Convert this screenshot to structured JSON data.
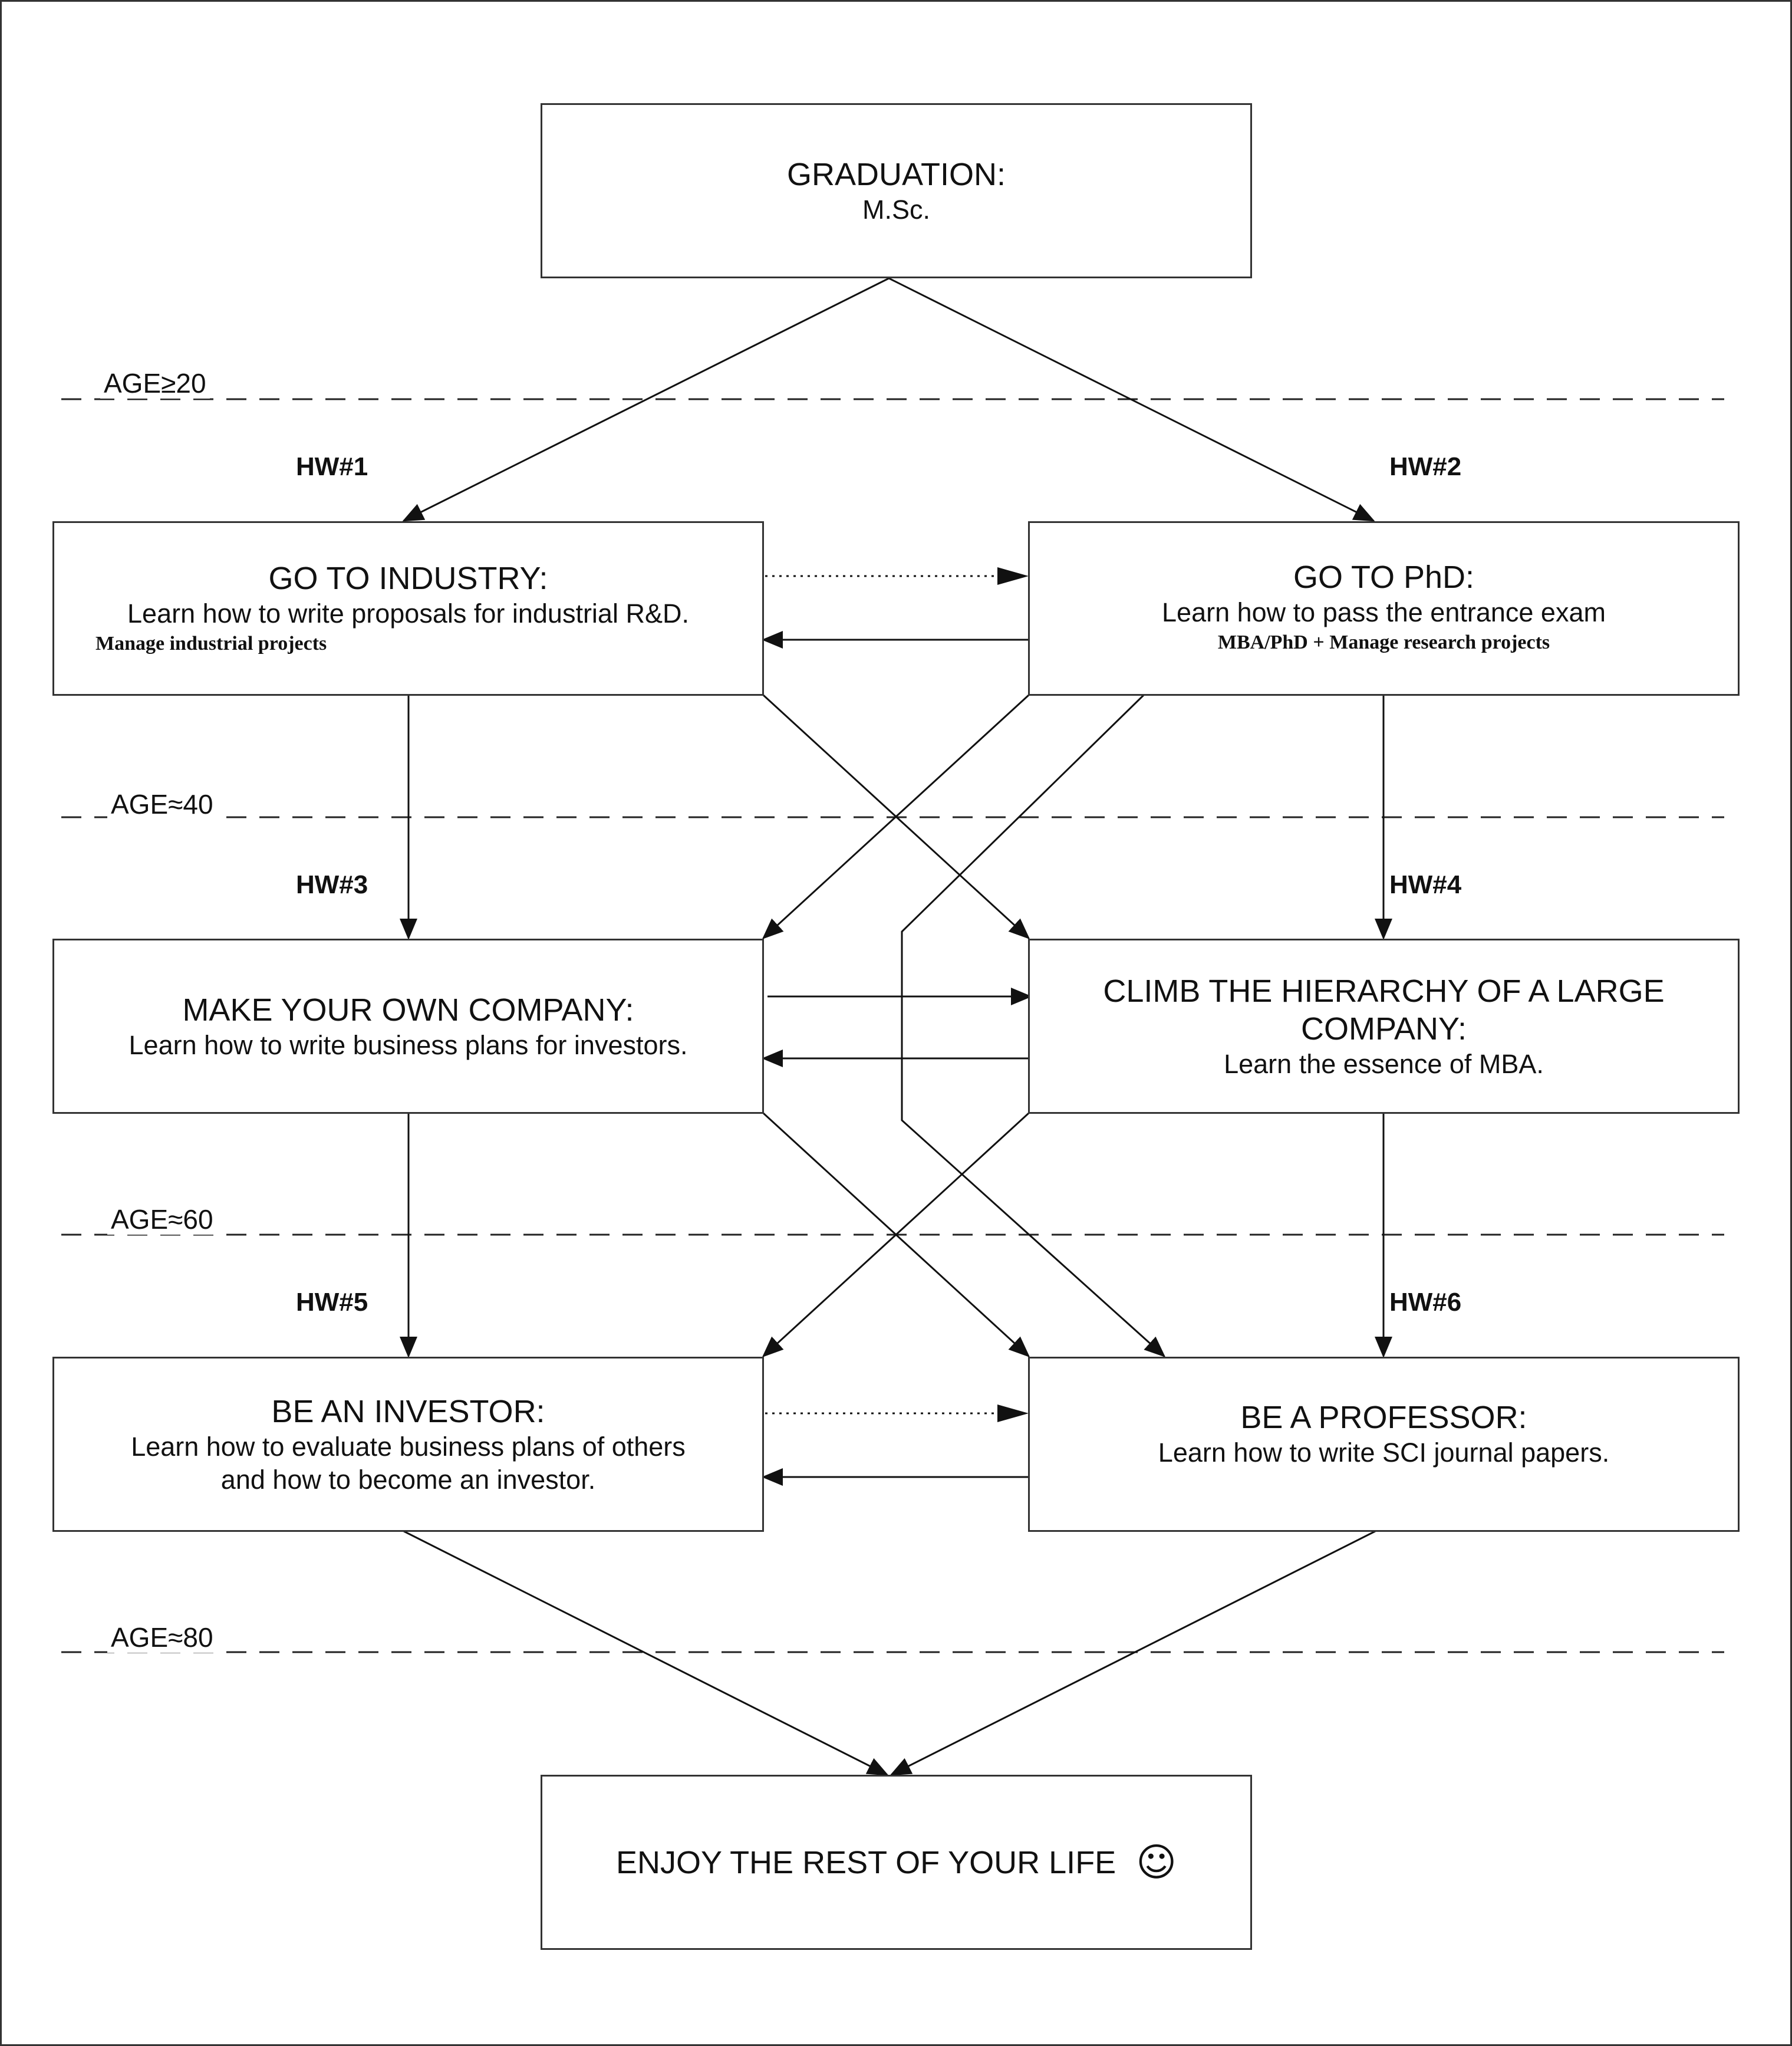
{
  "boxes": {
    "graduation": {
      "title": "GRADUATION:",
      "subtitle": "M.Sc."
    },
    "industry": {
      "title": "GO TO INDUSTRY:",
      "subtitle": "Learn how to write proposals for industrial R&D.",
      "note": "Manage industrial projects"
    },
    "phd": {
      "title": "GO TO PhD:",
      "subtitle": "Learn how to pass the entrance exam",
      "note": "MBA/PhD + Manage research projects"
    },
    "company": {
      "title": "MAKE YOUR OWN COMPANY:",
      "subtitle": "Learn how to write business plans for investors."
    },
    "hierarchy": {
      "title_line1": "CLIMB THE HIERARCHY OF A LARGE",
      "title_line2": "COMPANY:",
      "subtitle": "Learn the essence of MBA."
    },
    "investor": {
      "title": "BE AN INVESTOR:",
      "subtitle_line1": "Learn how to evaluate business plans of others",
      "subtitle_line2": "and how to become an investor."
    },
    "professor": {
      "title": "BE A PROFESSOR:",
      "subtitle": "Learn how to write SCI journal papers."
    },
    "enjoy": {
      "title": "ENJOY THE REST OF YOUR LIFE",
      "icon": "smiley-icon",
      "icon_glyph": "☺"
    }
  },
  "age_labels": [
    "AGE≥20",
    "AGE≈40",
    "AGE≈60",
    "AGE≈80"
  ],
  "hw_labels": [
    "HW#1",
    "HW#2",
    "HW#3",
    "HW#4",
    "HW#5",
    "HW#6"
  ],
  "colors": {
    "line": "#111111",
    "border": "#333333",
    "background": "#ffffff"
  }
}
